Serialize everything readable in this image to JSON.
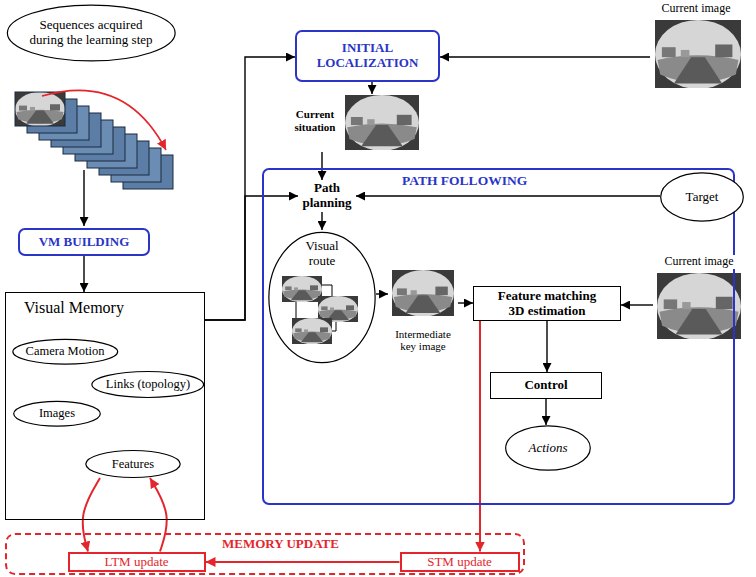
{
  "diagram": {
    "nodes": [
      {
        "text": [
          "Sequences acquired during the learning step"
        ]
      },
      {
        "text": [
          "VM BUILDING"
        ]
      },
      {
        "text": [
          "Visual Memory"
        ]
      },
      {
        "text": [
          "Camera Motion"
        ],
        "in": 2
      },
      {
        "text": [
          "Links (topology)"
        ],
        "in": 2
      },
      {
        "text": [
          "Images"
        ],
        "in": 2
      },
      {
        "text": [
          "Features"
        ],
        "in": 2
      },
      {
        "text": [
          "Current image"
        ]
      },
      {
        "text": [
          "INITIAL LOCALIZATION"
        ]
      },
      {
        "text": [
          "Current situation"
        ]
      },
      {
        "text": [
          "PATH FOLLOWING"
        ]
      },
      {
        "text": [
          "Path planning"
        ],
        "in": 10
      },
      {
        "text": [
          "Visual route"
        ],
        "in": 10
      },
      {
        "text": [
          "Intermediate key image"
        ],
        "in": 10
      },
      {
        "text": [
          "Feature matching 3D estimation"
        ],
        "in": 10
      },
      {
        "text": [
          "Control"
        ],
        "in": 10
      },
      {
        "text": [
          "Actions"
        ],
        "in": 10
      },
      {
        "text": [
          "Target"
        ]
      },
      {
        "text": [
          "Current image"
        ]
      },
      {
        "text": [
          "MEMORY UPDATE"
        ]
      },
      {
        "text": [
          "LTM update"
        ],
        "in": 19
      },
      {
        "text": [
          "STM update"
        ],
        "in": 19
      }
    ],
    "edges": [
      {
        "from": 1,
        "to": 2,
        "arrow": "to"
      },
      {
        "from": 2,
        "to": 8,
        "arrow": "to"
      },
      {
        "from": 2,
        "to": 11,
        "arrow": "to"
      },
      {
        "from": 7,
        "to": 8,
        "arrow": "to"
      },
      {
        "from": 8,
        "to": 9,
        "arrow": "to"
      },
      {
        "from": 9,
        "to": 11,
        "arrow": "to"
      },
      {
        "from": 17,
        "to": 11,
        "arrow": "to"
      },
      {
        "from": 11,
        "to": 12,
        "arrow": "to"
      },
      {
        "from": 12,
        "to": 13,
        "arrow": "to"
      },
      {
        "from": 13,
        "to": 14,
        "arrow": "to"
      },
      {
        "from": 18,
        "to": 14,
        "arrow": "to"
      },
      {
        "from": 14,
        "to": 15,
        "arrow": "to"
      },
      {
        "from": 15,
        "to": 16,
        "arrow": "to"
      },
      {
        "from": 14,
        "to": 21,
        "arrow": "to"
      },
      {
        "from": 21,
        "to": 20,
        "arrow": "to"
      },
      {
        "from": 6,
        "to": 20,
        "arrow": "to"
      },
      {
        "from": 20,
        "to": 6,
        "arrow": "to"
      }
    ]
  }
}
